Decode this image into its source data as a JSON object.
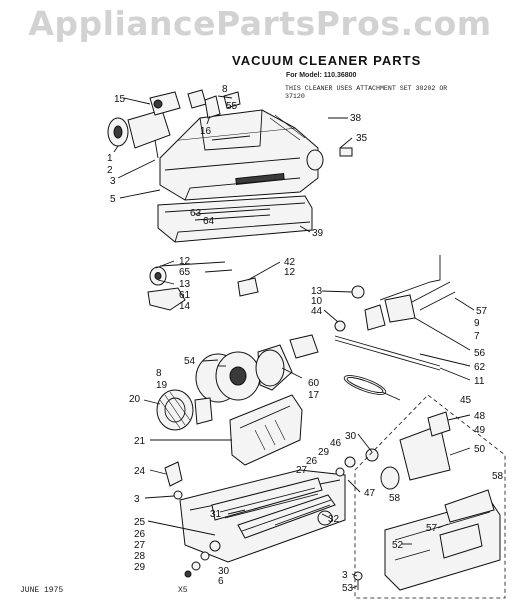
{
  "watermark": "AppliancePartsPros.com",
  "header": {
    "title": "VACUUM CLEANER PARTS",
    "model": "For Model: 110.36800",
    "note": "THIS CLEANER USES ATTACHMENT SET 30202 OR 37120"
  },
  "footer": {
    "date": "JUNE 1975",
    "code": "X5"
  },
  "callouts": [
    "15",
    "8",
    "55",
    "16",
    "38",
    "35",
    "1",
    "2",
    "3",
    "5",
    "63",
    "64",
    "39",
    "12",
    "65",
    "13",
    "61",
    "14",
    "42",
    "12",
    "57",
    "13",
    "10",
    "44",
    "9",
    "7",
    "56",
    "62",
    "11",
    "54",
    "8",
    "19",
    "20",
    "60",
    "17",
    "45",
    "21",
    "48",
    "49",
    "50",
    "30",
    "46",
    "29",
    "26",
    "27",
    "24",
    "3",
    "47",
    "58",
    "58",
    "31",
    "32",
    "25",
    "26",
    "27",
    "28",
    "29",
    "30",
    "6",
    "57",
    "52",
    "3",
    "53"
  ]
}
